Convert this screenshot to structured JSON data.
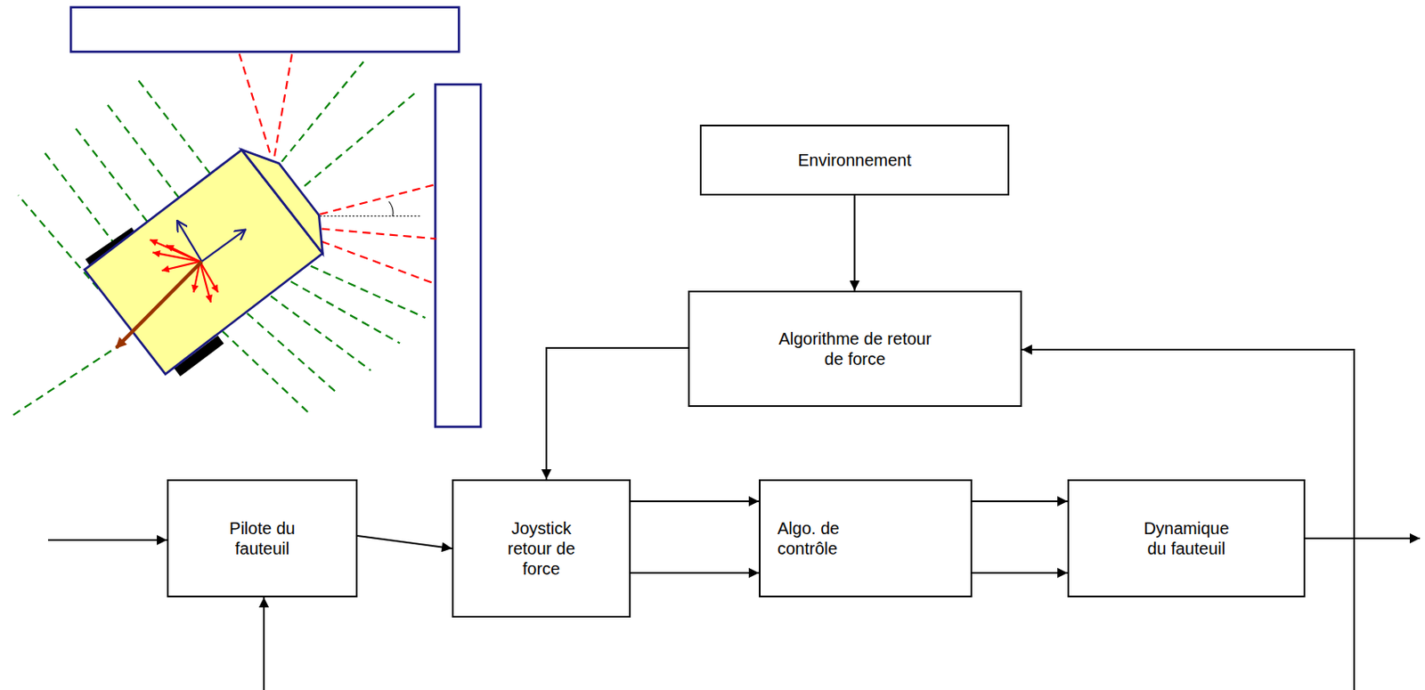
{
  "diagram": {
    "nodes": [
      {
        "text": [
          "Environnement"
        ]
      },
      {
        "text": [
          "Algorithme de retour de force"
        ]
      },
      {
        "text": [
          "Pilote du fauteuil"
        ]
      },
      {
        "text": [
          "Joystick retour de force"
        ]
      },
      {
        "text": [
          "Algo. de contrôle"
        ]
      },
      {
        "text": [
          "Dynamique du fauteuil"
        ]
      }
    ],
    "edges": [
      {
        "from": 0,
        "to": 1,
        "arrow": "to"
      },
      {
        "from": 1,
        "to": 3,
        "arrow": "to"
      },
      {
        "from": 2,
        "to": 3,
        "arrow": "to"
      },
      {
        "from": 3,
        "to": 4,
        "arrow": "to"
      },
      {
        "from": 3,
        "to": 4,
        "arrow": "to"
      },
      {
        "from": 4,
        "to": 5,
        "arrow": "to"
      },
      {
        "from": 4,
        "to": 5,
        "arrow": "to"
      },
      {
        "from": 5,
        "to": 1,
        "arrow": "to"
      }
    ]
  }
}
